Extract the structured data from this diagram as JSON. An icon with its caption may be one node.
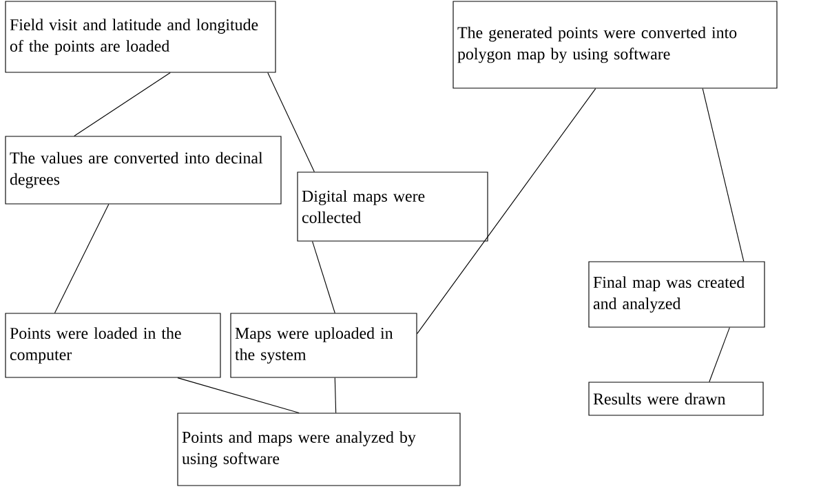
{
  "diagram": {
    "nodes": [
      {
        "text": [
          "Field visit and latitude and longitude of the points are loaded"
        ]
      },
      {
        "text": [
          "The values are converted into decinal degrees"
        ]
      },
      {
        "text": [
          "Digital maps were collected"
        ]
      },
      {
        "text": [
          "Points were loaded in the computer"
        ]
      },
      {
        "text": [
          "Maps were uploaded in the system"
        ]
      },
      {
        "text": [
          "Points and maps were analyzed by using software"
        ]
      },
      {
        "text": [
          "The generated points were converted into polygon map by using software"
        ]
      },
      {
        "text": [
          "Final map was created and analyzed"
        ]
      },
      {
        "text": [
          "Results were drawn"
        ]
      }
    ],
    "edges": [
      {
        "from": 0,
        "to": 1,
        "arrow": "none"
      },
      {
        "from": 0,
        "to": 2,
        "arrow": "none"
      },
      {
        "from": 1,
        "to": 3,
        "arrow": "none"
      },
      {
        "from": 3,
        "to": 5,
        "arrow": "none"
      },
      {
        "from": 2,
        "to": 4,
        "arrow": "none"
      },
      {
        "from": 4,
        "to": 5,
        "arrow": "none"
      },
      {
        "from": 6,
        "to": 4,
        "arrow": "none"
      },
      {
        "from": 6,
        "to": 7,
        "arrow": "none"
      },
      {
        "from": 7,
        "to": 8,
        "arrow": "none"
      }
    ]
  }
}
